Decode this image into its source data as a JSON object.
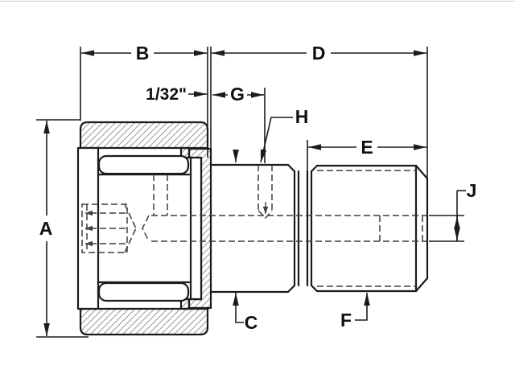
{
  "diagram": {
    "type": "engineering-drawing",
    "subject": "Stud-type cam follower bearing cross-section with dimension callouts",
    "colors": {
      "background": "#ffffff",
      "lines": "#1b1b1b",
      "hidden_lines": "#3d3d3d",
      "hatch": "#999999"
    },
    "dimensions": {
      "A": "A",
      "B": "B",
      "C": "C",
      "D": "D",
      "E": "E",
      "F": "F",
      "G": "G",
      "H": "H",
      "J": "J",
      "flange_offset": "1/32\""
    }
  }
}
